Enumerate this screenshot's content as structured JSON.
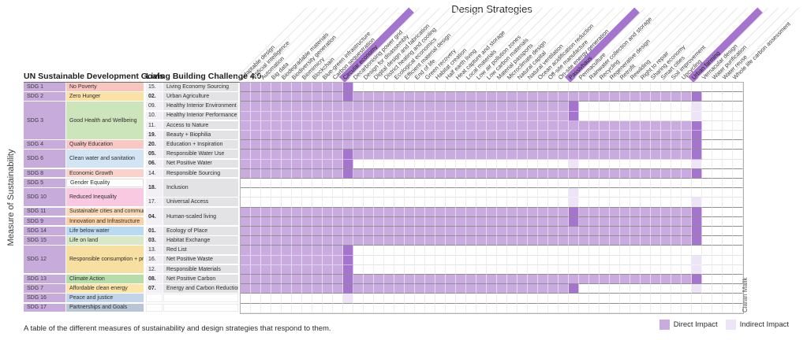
{
  "title": "Design Strategies",
  "y_axis_label": "Measure of Sustainability",
  "left_header": "UN Sustainable Development Goals",
  "right_header": "Living Building Challenge 4.0",
  "caption": "A table of the different measures of sustainability and design strategies that respond to them.",
  "credit": "Ciaran Malik",
  "legend": {
    "direct_label": "Direct Impact",
    "indirect_label": "Indirect Impact"
  },
  "colors": {
    "direct": "#c9abdf",
    "indirect": "#ede5f7",
    "highlight_direct": "#a574cf",
    "empty": "#ffffff",
    "sdg_num_bg": "#c6abdb",
    "lbc_num_bg": "#f2f0f4",
    "lbc_name_bg": "#e3e2e4"
  },
  "chart_data": {
    "type": "heatmap",
    "title": "Design Strategies",
    "ylabel": "Measure of Sustainability",
    "legend_entries": [
      "Direct Impact",
      "Indirect Impact"
    ],
    "cell_code_meaning": {
      "0": "none",
      "1": "indirect impact",
      "2": "direct impact",
      "3": "direct impact (highlighted strategy)"
    },
    "columns": [
      "Adaptable design",
      "Artificial intelligence",
      "Automation",
      "Big data",
      "Biodegradable materials",
      "Biodiversity generation",
      "Biomimicry",
      "Blockchain",
      "Blue-green infrastructure",
      "Carbon sequestration",
      "Circular economy",
      "Decarbonising power grid",
      "Design for disassembly",
      "Digital design and fabrication",
      "District heating and cooling",
      "Ecological economics",
      "Efficient material design",
      "End of life",
      "Green recovery",
      "Habitat creation",
      "Half earth living",
      "Heat capture and storage",
      "Local materials",
      "Low air pollution zones",
      "Low carbon materials",
      "Material passports",
      "Microclimate design",
      "Natural capital",
      "Natural ventilation",
      "Ocean acidification reduction",
      "Off-site manufacture",
      "On-site energy generation",
      "Passivhaus",
      "Permaculture",
      "Rainwater collection and storage",
      "Recycling",
      "Regenerative design",
      "Retrofit",
      "Rewilding",
      "Right to repair",
      "Sharing economy",
      "Smart cities",
      "Soil improvement",
      "Upcycling",
      "Urban farming",
      "Vernacular design",
      "Water purification",
      "Water reuse",
      "Whole life carbon assessment"
    ],
    "highlighted_columns": [
      "Circular economy",
      "Passivhaus",
      "Urban farming"
    ],
    "sdg_groups": [
      {
        "id": "SDG 1",
        "name": "No Poverty",
        "rows": 1,
        "color": "#f9c6bf"
      },
      {
        "id": "SDG 2",
        "name": "Zero Hunger",
        "rows": 1,
        "color": "#fbe1a4"
      },
      {
        "id": "SDG 3",
        "name": "Good Health and Wellbeing",
        "rows": 4,
        "color": "#cde5ba"
      },
      {
        "id": "SDG 4",
        "name": "Quality Education",
        "rows": 1,
        "color": "#f9c8c5"
      },
      {
        "id": "SDG 6",
        "name": "Clean water and sanitation",
        "rows": 2,
        "color": "#d3e5f5"
      },
      {
        "id": "SDG 8",
        "name": "Economic Growth",
        "rows": 1,
        "color": "#fad2c9"
      },
      {
        "id": "SDG 5",
        "name": "Gender Equality",
        "rows": 1,
        "color": "#ffffff"
      },
      {
        "id": "SDG 10",
        "name": "Reduced Inequality",
        "rows": 2,
        "color": "#f8c9e0"
      },
      {
        "id": "SDG 11",
        "name": "Sustainable cities and communities",
        "rows": 1,
        "color": "#fbdab9"
      },
      {
        "id": "SDG 9",
        "name": "Innovation and Infrastructure",
        "rows": 1,
        "color": "#fbd0a5"
      },
      {
        "id": "SDG 14",
        "name": "Life below water",
        "rows": 1,
        "color": "#badaf2"
      },
      {
        "id": "SDG 15",
        "name": "Life on land",
        "rows": 1,
        "color": "#d8e9c9"
      },
      {
        "id": "SDG 12",
        "name": "Responsible consumption + production",
        "rows": 3,
        "color": "#f7dfa1"
      },
      {
        "id": "SDG 13",
        "name": "Climate Action",
        "rows": 1,
        "color": "#b6dcaa"
      },
      {
        "id": "SDG 7",
        "name": "Affordable clean energy",
        "rows": 1,
        "color": "#fce5a7"
      },
      {
        "id": "SDG 16",
        "name": "Peace and justice",
        "rows": 1,
        "color": "#c2d4e9"
      },
      {
        "id": "SDG 17",
        "name": "Partnerships and Goals",
        "rows": 1,
        "color": "#b7c5d5"
      }
    ],
    "lbc_rows": [
      {
        "num": "15.",
        "name": "Living Economy Sourcing",
        "rows": 1,
        "bold": false
      },
      {
        "num": "02.",
        "name": "Urban Agriculture",
        "rows": 1,
        "bold": true
      },
      {
        "num": "09.",
        "name": "Healthy Interior Environment",
        "rows": 1,
        "bold": false
      },
      {
        "num": "10.",
        "name": "Healthy Interior Performance",
        "rows": 1,
        "bold": false
      },
      {
        "num": "11.",
        "name": "Access to Nature",
        "rows": 1,
        "bold": false
      },
      {
        "num": "19.",
        "name": "Beauty + Biophilia",
        "rows": 1,
        "bold": true
      },
      {
        "num": "20.",
        "name": "Education + Inspiration",
        "rows": 1,
        "bold": true
      },
      {
        "num": "05.",
        "name": "Responsible Water Use",
        "rows": 1,
        "bold": true
      },
      {
        "num": "06.",
        "name": "Net Positive Water",
        "rows": 1,
        "bold": true
      },
      {
        "num": "14.",
        "name": "Responsible Sourcing",
        "rows": 1,
        "bold": false
      },
      {
        "num": "18.",
        "name": "Inclusion",
        "rows": 2,
        "bold": true
      },
      {
        "num": "17.",
        "name": "Universal Access",
        "rows": 1,
        "bold": false
      },
      {
        "num": "04.",
        "name": "Human-scaled living",
        "rows": 2,
        "bold": true
      },
      {
        "num": "01.",
        "name": "Ecology of Place",
        "rows": 1,
        "bold": true
      },
      {
        "num": "03.",
        "name": "Habitat Exchange",
        "rows": 1,
        "bold": true
      },
      {
        "num": "13.",
        "name": "Red List",
        "rows": 1,
        "bold": false
      },
      {
        "num": "16.",
        "name": "Net Positive Waste",
        "rows": 1,
        "bold": false
      },
      {
        "num": "12.",
        "name": "Responsible Materials",
        "rows": 1,
        "bold": false
      },
      {
        "num": "08.",
        "name": "Net Positive Carbon",
        "rows": 1,
        "bold": true
      },
      {
        "num": "07.",
        "name": "Energy and Carbon Reduction",
        "rows": 1,
        "bold": true
      },
      {
        "num": "",
        "name": "",
        "rows": 1,
        "bold": false
      },
      {
        "num": "",
        "name": "",
        "rows": 1,
        "bold": false
      }
    ],
    "heavy_line_after_rows": [
      1,
      2,
      6,
      7,
      9,
      10,
      11,
      13,
      14,
      15,
      16,
      17,
      20,
      21,
      22,
      23
    ],
    "matrix_runs": [
      [
        [
          "2",
          10
        ],
        [
          "3",
          1
        ],
        [
          "0",
          38
        ]
      ],
      [
        [
          "2",
          10
        ],
        [
          "3",
          1
        ],
        [
          "2",
          33
        ],
        [
          "3",
          1
        ],
        [
          "0",
          4
        ]
      ],
      [
        [
          "2",
          32
        ],
        [
          "3",
          1
        ],
        [
          "0",
          11
        ],
        [
          "1",
          1
        ],
        [
          "0",
          4
        ]
      ],
      [
        [
          "2",
          32
        ],
        [
          "3",
          1
        ],
        [
          "0",
          11
        ],
        [
          "1",
          1
        ],
        [
          "0",
          4
        ]
      ],
      [
        [
          "2",
          44
        ],
        [
          "3",
          1
        ],
        [
          "0",
          4
        ]
      ],
      [
        [
          "2",
          44
        ],
        [
          "3",
          1
        ],
        [
          "0",
          4
        ]
      ],
      [
        [
          "2",
          44
        ],
        [
          "3",
          1
        ],
        [
          "0",
          4
        ]
      ],
      [
        [
          "2",
          10
        ],
        [
          "3",
          1
        ],
        [
          "2",
          33
        ],
        [
          "3",
          1
        ],
        [
          "0",
          4
        ]
      ],
      [
        [
          "2",
          10
        ],
        [
          "3",
          1
        ],
        [
          "0",
          21
        ],
        [
          "1",
          1
        ],
        [
          "0",
          11
        ],
        [
          "1",
          1
        ],
        [
          "0",
          4
        ]
      ],
      [
        [
          "2",
          10
        ],
        [
          "3",
          1
        ],
        [
          "2",
          33
        ],
        [
          "3",
          1
        ],
        [
          "0",
          4
        ]
      ],
      [
        [
          "0",
          49
        ]
      ],
      [
        [
          "0",
          32
        ],
        [
          "1",
          1
        ],
        [
          "0",
          16
        ]
      ],
      [
        [
          "0",
          32
        ],
        [
          "1",
          1
        ],
        [
          "0",
          11
        ],
        [
          "1",
          1
        ],
        [
          "0",
          4
        ]
      ],
      [
        [
          "2",
          32
        ],
        [
          "3",
          1
        ],
        [
          "2",
          11
        ],
        [
          "3",
          1
        ],
        [
          "0",
          4
        ]
      ],
      [
        [
          "2",
          32
        ],
        [
          "3",
          1
        ],
        [
          "2",
          11
        ],
        [
          "3",
          1
        ],
        [
          "0",
          4
        ]
      ],
      [
        [
          "2",
          44
        ],
        [
          "3",
          1
        ],
        [
          "0",
          4
        ]
      ],
      [
        [
          "2",
          44
        ],
        [
          "3",
          1
        ],
        [
          "0",
          4
        ]
      ],
      [
        [
          "2",
          10
        ],
        [
          "3",
          1
        ],
        [
          "0",
          38
        ]
      ],
      [
        [
          "2",
          10
        ],
        [
          "3",
          1
        ],
        [
          "0",
          33
        ],
        [
          "1",
          1
        ],
        [
          "0",
          4
        ]
      ],
      [
        [
          "2",
          10
        ],
        [
          "3",
          1
        ],
        [
          "0",
          33
        ],
        [
          "1",
          1
        ],
        [
          "0",
          4
        ]
      ],
      [
        [
          "2",
          10
        ],
        [
          "3",
          1
        ],
        [
          "2",
          33
        ],
        [
          "3",
          1
        ],
        [
          "0",
          4
        ]
      ],
      [
        [
          "2",
          10
        ],
        [
          "3",
          1
        ],
        [
          "2",
          21
        ],
        [
          "3",
          1
        ],
        [
          "0",
          11
        ],
        [
          "1",
          1
        ],
        [
          "0",
          4
        ]
      ],
      [
        [
          "0",
          10
        ],
        [
          "1",
          1
        ],
        [
          "0",
          38
        ]
      ],
      [
        [
          "0",
          49
        ]
      ]
    ]
  }
}
